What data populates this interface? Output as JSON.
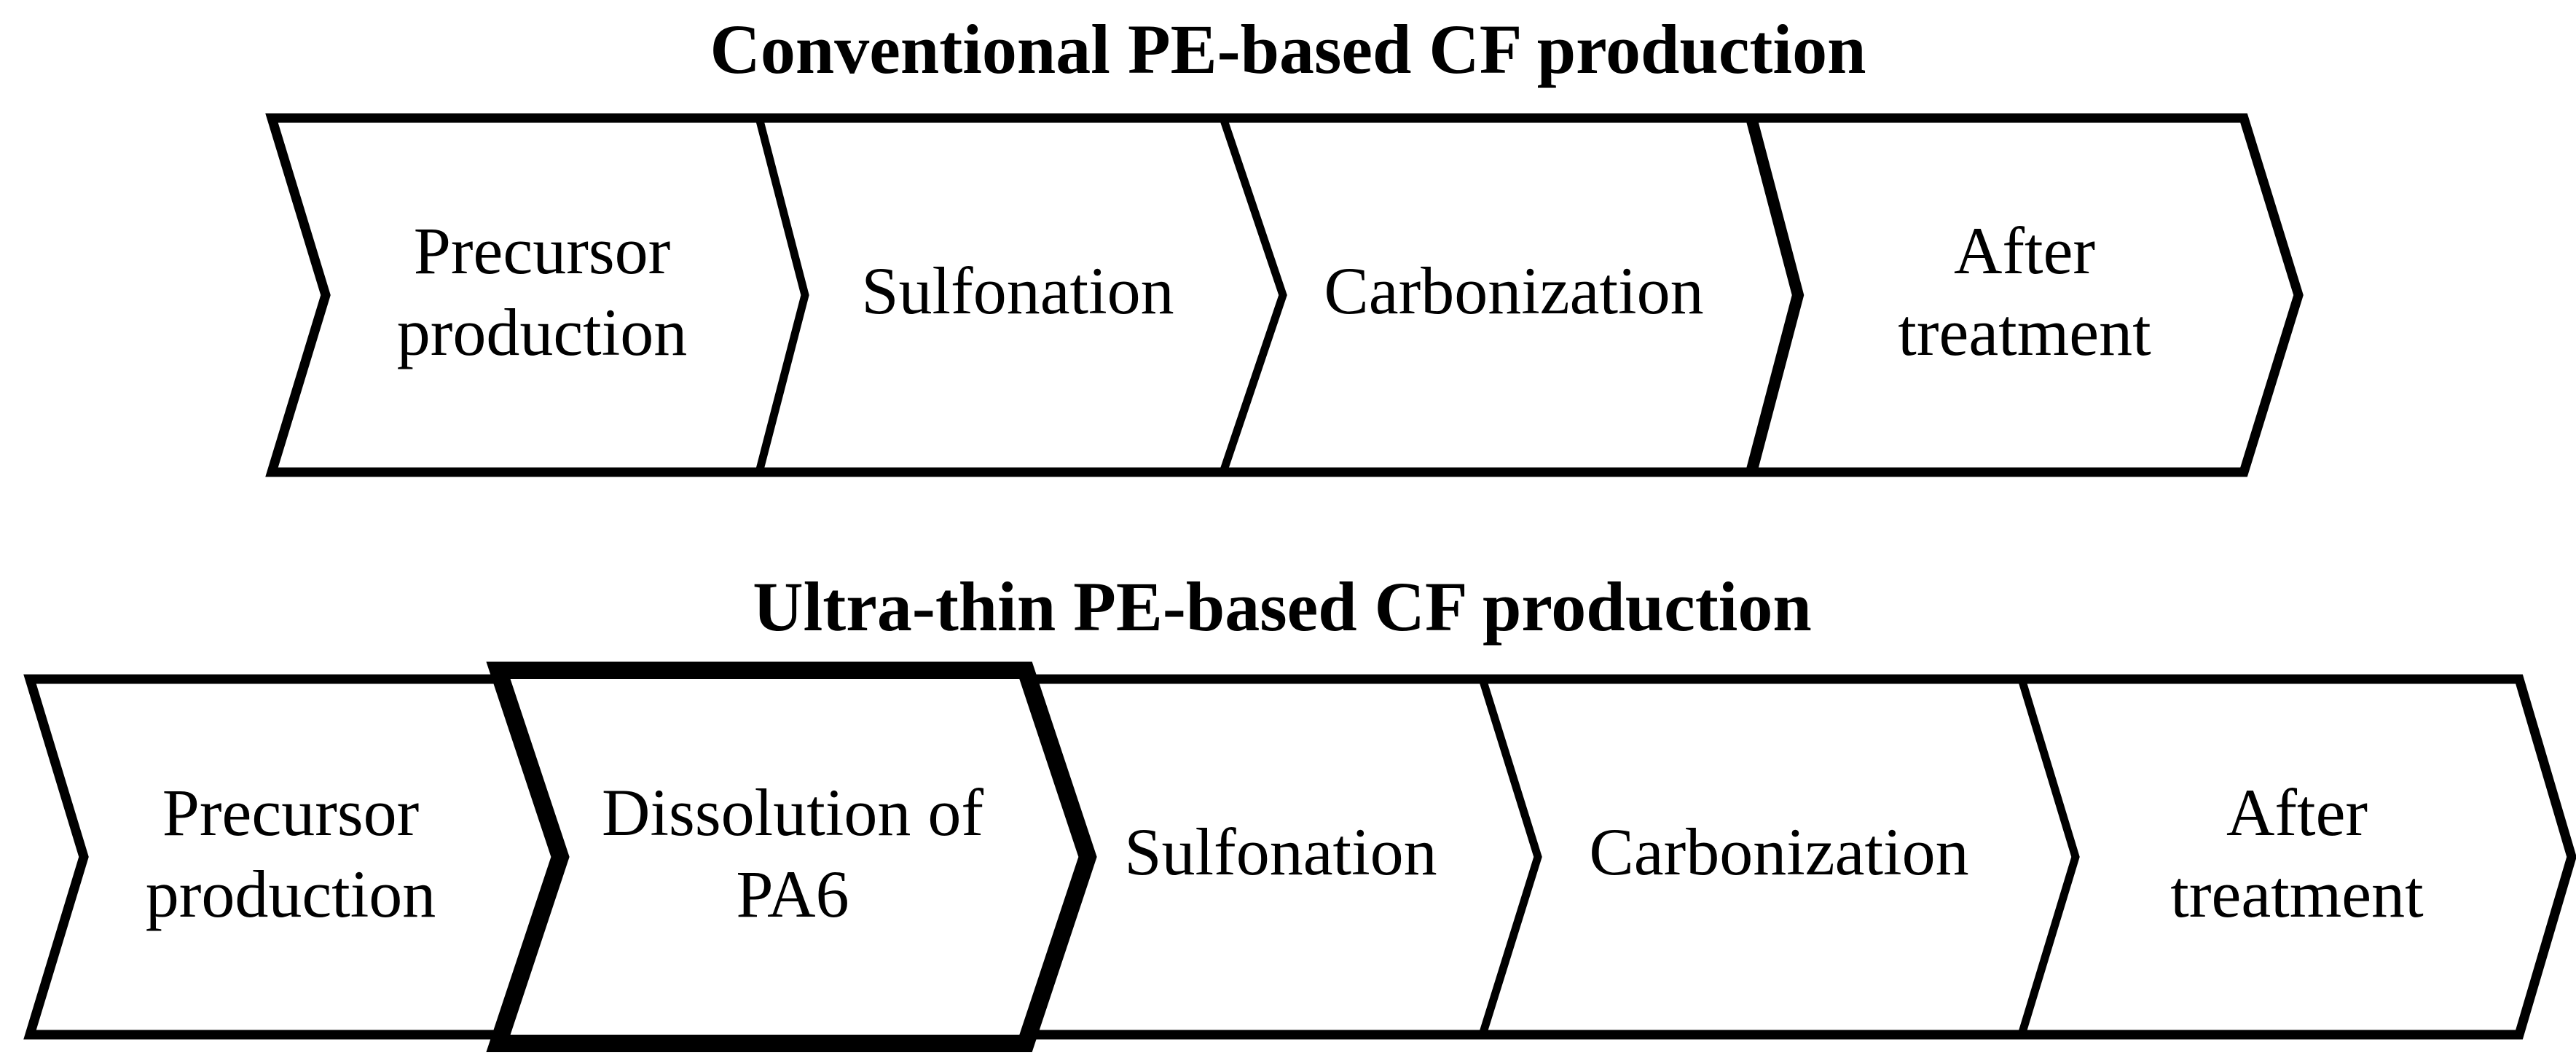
{
  "diagram": {
    "background_color": "#ffffff",
    "line_color": "#000000",
    "text_color": "#000000",
    "bands": [
      {
        "title": "Conventional PE-based CF production",
        "steps": [
          {
            "label": "Precursor production",
            "lines": [
              "Precursor",
              "production"
            ],
            "highlighted": false
          },
          {
            "label": "Sulfonation",
            "lines": [
              "Sulfonation"
            ],
            "highlighted": false
          },
          {
            "label": "Carbonization",
            "lines": [
              "Carbonization"
            ],
            "highlighted": false
          },
          {
            "label": "After treatment",
            "lines": [
              "After",
              "treatment"
            ],
            "highlighted": false
          }
        ]
      },
      {
        "title": "Ultra-thin PE-based CF production",
        "steps": [
          {
            "label": "Precursor production",
            "lines": [
              "Precursor",
              "production"
            ],
            "highlighted": false
          },
          {
            "label": "Dissolution of PA6",
            "lines": [
              "Dissolution of",
              "PA6"
            ],
            "highlighted": true
          },
          {
            "label": "Sulfonation",
            "lines": [
              "Sulfonation"
            ],
            "highlighted": false
          },
          {
            "label": "Carbonization",
            "lines": [
              "Carbonization"
            ],
            "highlighted": false
          },
          {
            "label": "After treatment",
            "lines": [
              "After",
              "treatment"
            ],
            "highlighted": false
          }
        ]
      }
    ]
  }
}
